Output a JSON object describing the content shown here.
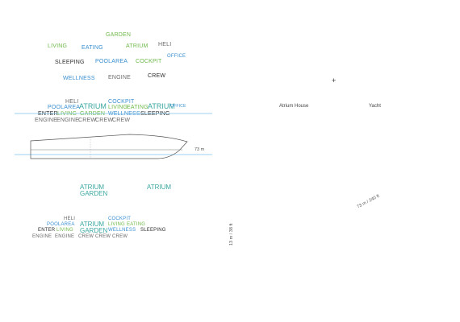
{
  "cloud": {
    "garden": "GARDEN",
    "living": "LIVING",
    "eating": "EATING",
    "atrium": "ATRIUM",
    "heli": "HELI",
    "office": "OFFICE",
    "sleeping": "SLEEPING",
    "poolarea": "POOLAREA",
    "cockpit": "COCKPIT",
    "wellness": "WELLNESS",
    "engine": "ENGINE",
    "crew": "CREW"
  },
  "stack": {
    "row1": [
      "HELI",
      "COCKPIT"
    ],
    "row2": [
      "POOLAREA",
      "ATRIUM",
      "LIVING",
      "EATING",
      "ATRIUM",
      "OFFICE"
    ],
    "row3": [
      "ENTER",
      "LIVING",
      "GARDEN",
      "WELLNESS",
      "SLEEPING"
    ],
    "row4": [
      "ENGINE",
      "ENGINE",
      "CREW",
      "CREW",
      "CREW"
    ]
  },
  "hull_length": "73 m",
  "sections": {
    "atrium": "ATRIUM",
    "garden": "GARDEN",
    "atrium_right": "ATRIUM"
  },
  "overlay": {
    "row1": [
      "HELI",
      "COCKPIT"
    ],
    "row2": [
      "POOLAREA",
      "ATRIUM",
      "LIVING",
      "EATING"
    ],
    "row3": [
      "ENTER",
      "LIVING",
      "GARDEN",
      "WELLNESS",
      "SLEEPING"
    ],
    "row4": [
      "ENGINE",
      "ENGINE",
      "CREW",
      "CREW",
      "CREW"
    ]
  },
  "concept": {
    "plus": "+",
    "atrium_house": "Atrium House",
    "yacht": "Yacht"
  },
  "render_dims": {
    "length": "73 m / 240 ft",
    "height": "13 m / 38 ft"
  },
  "colors": {
    "blue": "#3a8fd0",
    "green": "#6fb84a",
    "waterline": "#7cc3ea"
  }
}
